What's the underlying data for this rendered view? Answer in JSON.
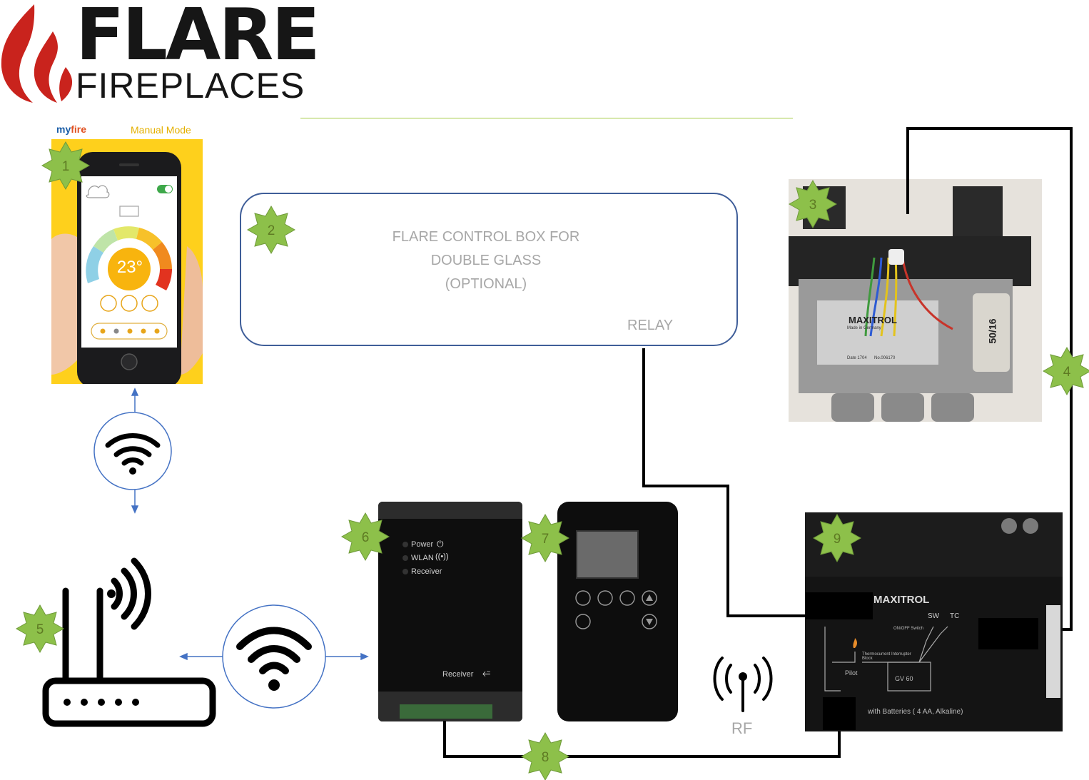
{
  "brand": {
    "line1": "FLARE",
    "line2": "FIREPLACES"
  },
  "app": {
    "brand_my": "my",
    "brand_fire": "fire",
    "mode": "Manual Mode",
    "temperature": "23°"
  },
  "control_box": {
    "line1": "FLARE CONTROL BOX FOR",
    "line2": "DOUBLE GLASS",
    "line3": "(OPTIONAL)",
    "relay": "RELAY"
  },
  "wifi_module": {
    "power": "Power",
    "wlan": "WLAN",
    "receiver": "Receiver",
    "receiver_bottom": "Receiver"
  },
  "valve": {
    "brand": "MAXITROL",
    "rating": "50/16",
    "made": "Made in Germany",
    "date": "Date 1704",
    "number": "No.006170"
  },
  "receiver_box": {
    "brand": "MAXITROL",
    "sw": "SW",
    "tc": "TC",
    "switch": "ON/OFF Switch",
    "thermo": "Thermocurrent Interrupter Block",
    "pilot": "Pilot",
    "gv": "GV 60",
    "batteries": "with Batteries ( 4 AA, Alkaline)"
  },
  "rf": "RF",
  "markers": [
    "1",
    "2",
    "3",
    "4",
    "5",
    "6",
    "7",
    "8",
    "9"
  ],
  "colors": {
    "marker_fill": "#8dc04a",
    "marker_text": "#5e7a23",
    "connector": "#4472c4",
    "box_border": "#3f5e99",
    "wire": "#000000",
    "accent_line": "#a6cc48"
  }
}
